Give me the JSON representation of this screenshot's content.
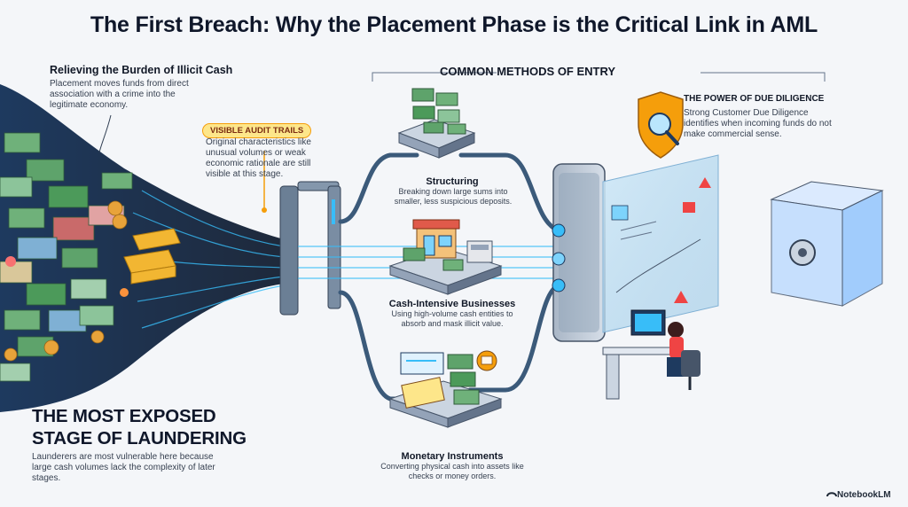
{
  "title": "The First Breach: Why the Placement Phase is the Critical Link in AML",
  "burden": {
    "title": "Relieving the Burden of Illicit Cash",
    "body": "Placement moves funds from direct association with a crime into the legitimate economy."
  },
  "audit": {
    "badge": "VISIBLE AUDIT TRAILS",
    "body": "Original characteristics like unusual volumes or weak economic rationale are still visible at this stage."
  },
  "methods_title": "COMMON METHODS OF ENTRY",
  "due_diligence": {
    "title": "THE POWER OF DUE DILIGENCE",
    "body": "Strong Customer Due Diligence identifies when incoming funds do not make commercial sense."
  },
  "methods": [
    {
      "title": "Structuring",
      "body": "Breaking down large sums into smaller, less suspicious deposits."
    },
    {
      "title": "Cash-Intensive Businesses",
      "body": "Using high-volume cash entities to absorb and mask illicit value."
    },
    {
      "title": "Monetary Instruments",
      "body": "Converting physical cash into assets like checks or money orders."
    }
  ],
  "exposed": {
    "title": "THE MOST EXPOSED STAGE OF LAUNDERING",
    "body": "Launderers are most vulnerable here because large cash volumes lack the complexity of later stages."
  },
  "brand": "NotebookLM",
  "colors": {
    "pipe": "#3b5a7a",
    "stream": "#38bdf8",
    "cash_green": "#4c9a5a",
    "gold": "#f2b632",
    "shield": "#f59e0b",
    "badge": "#fde68a"
  }
}
